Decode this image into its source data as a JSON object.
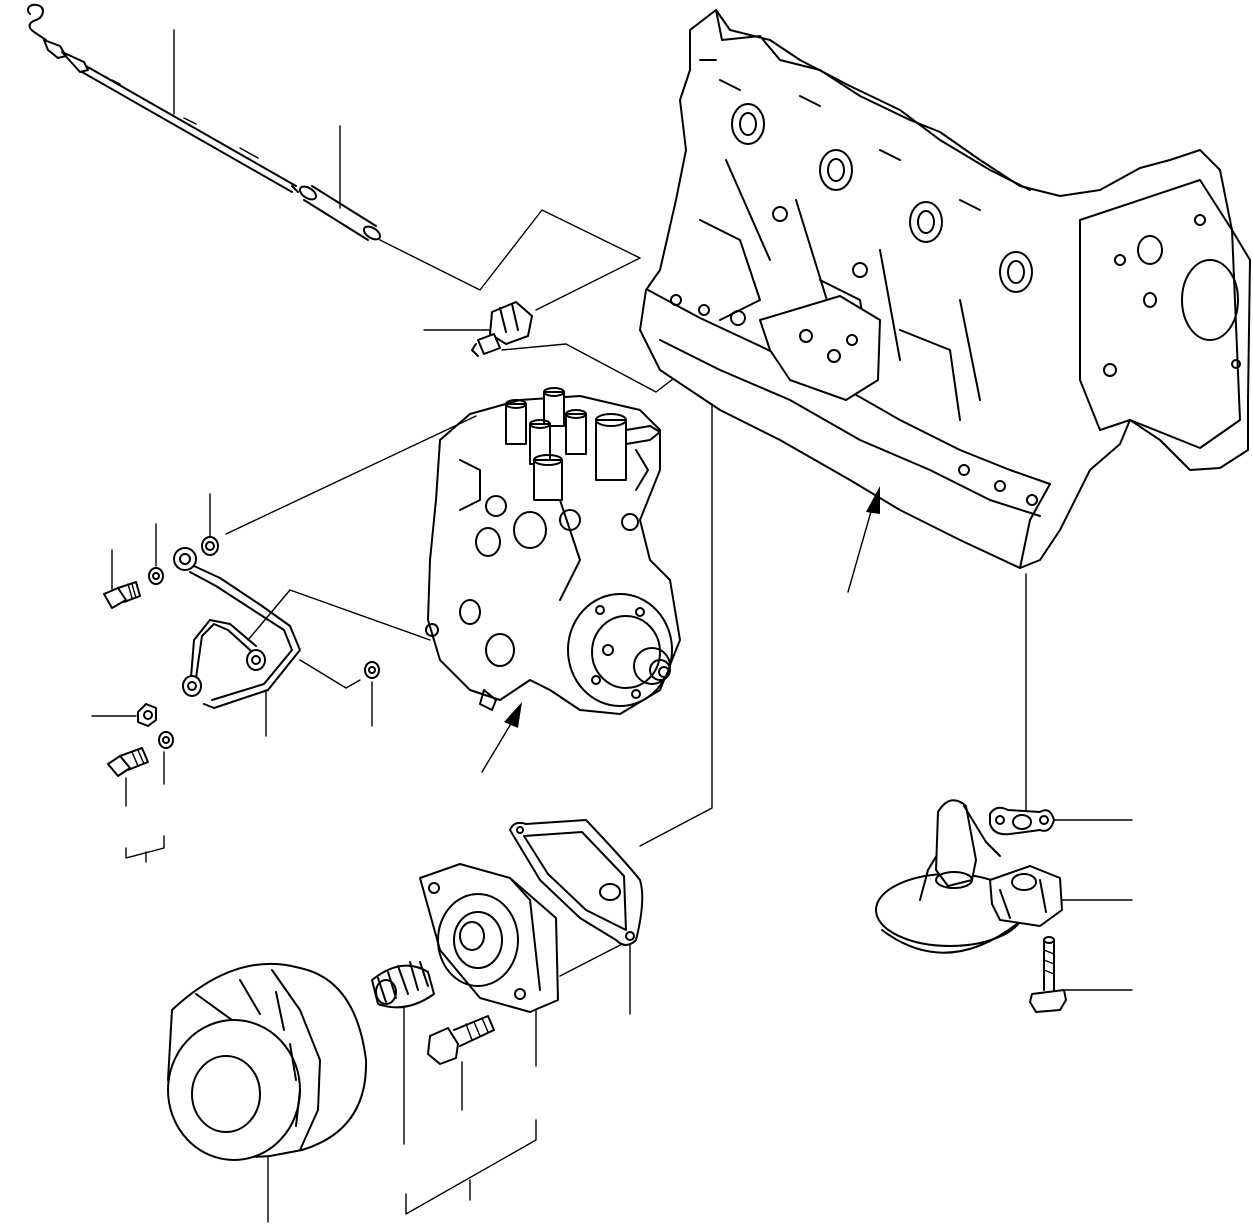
{
  "diagram": {
    "style": "exploded parts view, black line art on white",
    "colors": {
      "line": "#000000",
      "background": "#ffffff"
    },
    "parts": [
      "oil-level-gauge",
      "gauge-guide-tube",
      "oil-pressure-switch",
      "cylinder-block",
      "fuel-injection-pump",
      "lubrication-pipe",
      "banjo-bolt",
      "washer",
      "hex-nut",
      "oil-strainer",
      "strainer-gasket",
      "strainer-bracket",
      "flange-bolt",
      "oil-filter-cartridge",
      "filter-stand",
      "stand-gasket",
      "relief-spring",
      "stand-bolt"
    ]
  }
}
